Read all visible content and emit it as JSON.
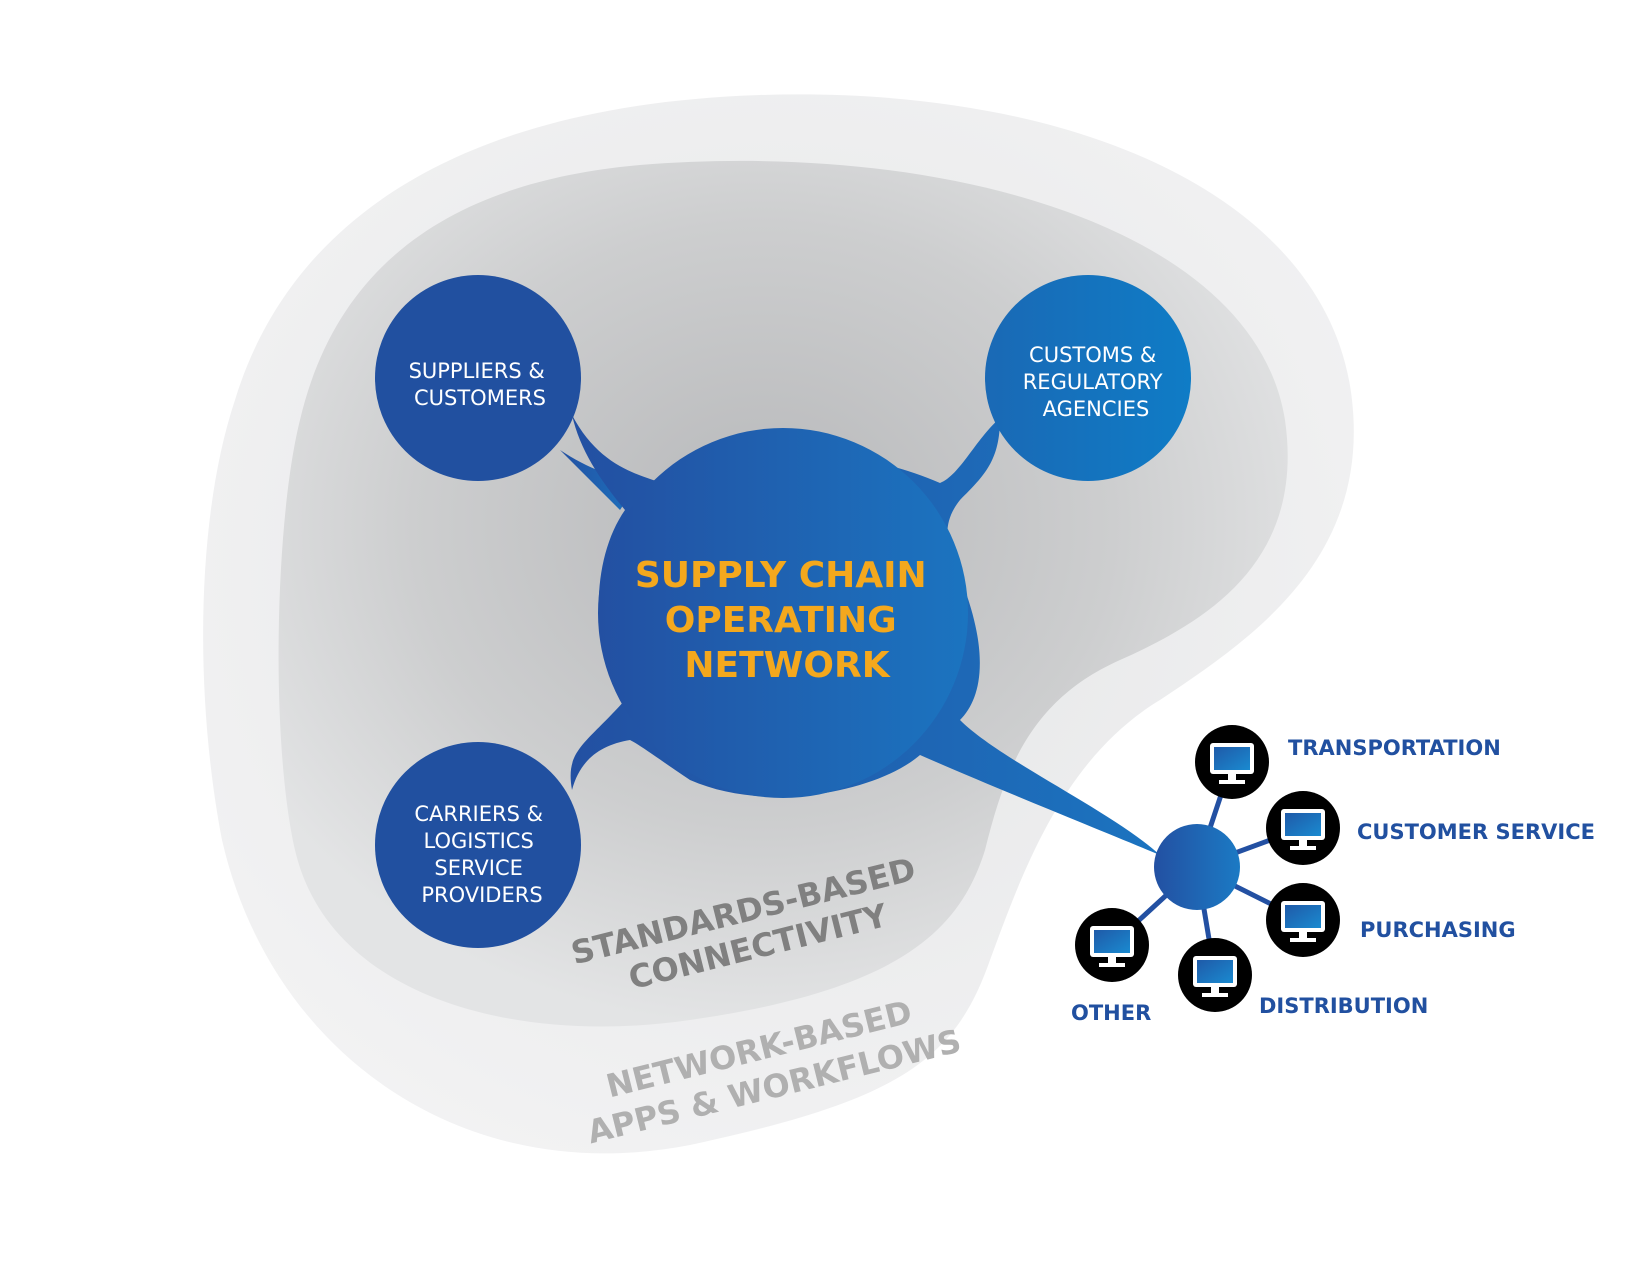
{
  "diagram": {
    "center": {
      "lines": [
        "SUPPLY CHAIN",
        "OPERATING",
        "NETWORK"
      ],
      "color": "#f4a81d"
    },
    "nodes": {
      "suppliers": [
        "SUPPLIERS &",
        "CUSTOMERS"
      ],
      "customs": [
        "CUSTOMS &",
        "REGULATORY",
        "AGENCIES"
      ],
      "carriers": [
        "CARRIERS &",
        "LOGISTICS",
        "SERVICE",
        "PROVIDERS"
      ]
    },
    "layers": {
      "inner": [
        "STANDARDS-BASED",
        "CONNECTIVITY"
      ],
      "outer": [
        "NETWORK-BASED",
        "APPS & WORKFLOWS"
      ]
    },
    "departments": {
      "transportation": "TRANSPORTATION",
      "customer_service": "CUSTOMER SERVICE",
      "purchasing": "PURCHASING",
      "distribution": "DISTRIBUTION",
      "other": "OTHER"
    },
    "colors": {
      "node_blue": "#2150a0",
      "node_light_blue": "#1377c4",
      "dept_label": "#2150a0",
      "inner_layer_text": "#808080",
      "outer_layer_text": "#b0b0b0"
    },
    "icon": "desktop-monitor-icon"
  }
}
